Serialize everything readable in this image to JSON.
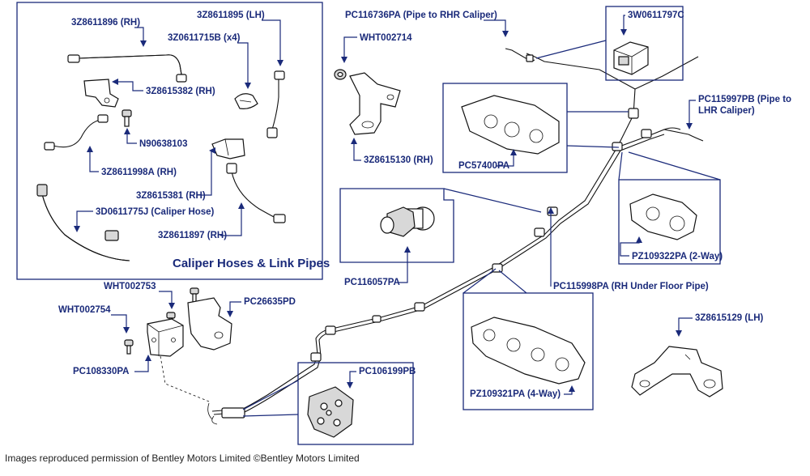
{
  "colors": {
    "label_blue": "#1a2a7a",
    "line": "#111111",
    "background": "#ffffff"
  },
  "inset_caption": "Caliper Hoses & Link Pipes",
  "footer": "Images reproduced permission of Bentley Motors Limited ©Bentley Motors Limited",
  "labels": {
    "pipe_rh": "3Z8611896 (RH)",
    "pipe_lh": "3Z8611895 (LH)",
    "clip_x4": "3Z0611715B (x4)",
    "bracket_rh_1": "3Z8615382 (RH)",
    "screw": "N90638103",
    "pipe_rh_2": "3Z8611998A (RH)",
    "bracket_rh_2": "3Z8615381 (RH)",
    "caliper_hose": "3D0611775J (Caliper Hose)",
    "pipe_rh_3": "3Z8611897 (RH)",
    "pipe_rhr_caliper": "PC116736PA (Pipe to RHR Caliper)",
    "wht_2714": "WHT002714",
    "bracket_rh_3": "3Z8615130 (RH)",
    "clip_3w": "3W0611797C",
    "pipe_lhr_caliper_line1": "PC115997PB (Pipe to",
    "pipe_lhr_caliper_line2": "LHR Caliper)",
    "clip_pc57400": "PC57400PA",
    "pressure_switch": "PC116057PA",
    "clip_2way": "PZ109322PA (2-Way)",
    "underfloor_pipe": "PC115998PA (RH Under Floor Pipe)",
    "wht_2753": "WHT002753",
    "wht_2754": "WHT002754",
    "bracket_pc26635": "PC26635PD",
    "block_pc108330": "PC108330PA",
    "clip_4way": "PZ109321PA (4-Way)",
    "bracket_lh": "3Z8615129 (LH)",
    "junction_pc106199": "PC106199PB"
  },
  "icons": [
    "brake-pipe-icon",
    "caliper-hose-icon",
    "bracket-icon",
    "bolt-icon",
    "clip-icon",
    "pressure-switch-icon",
    "junction-block-icon",
    "grommet-icon"
  ]
}
